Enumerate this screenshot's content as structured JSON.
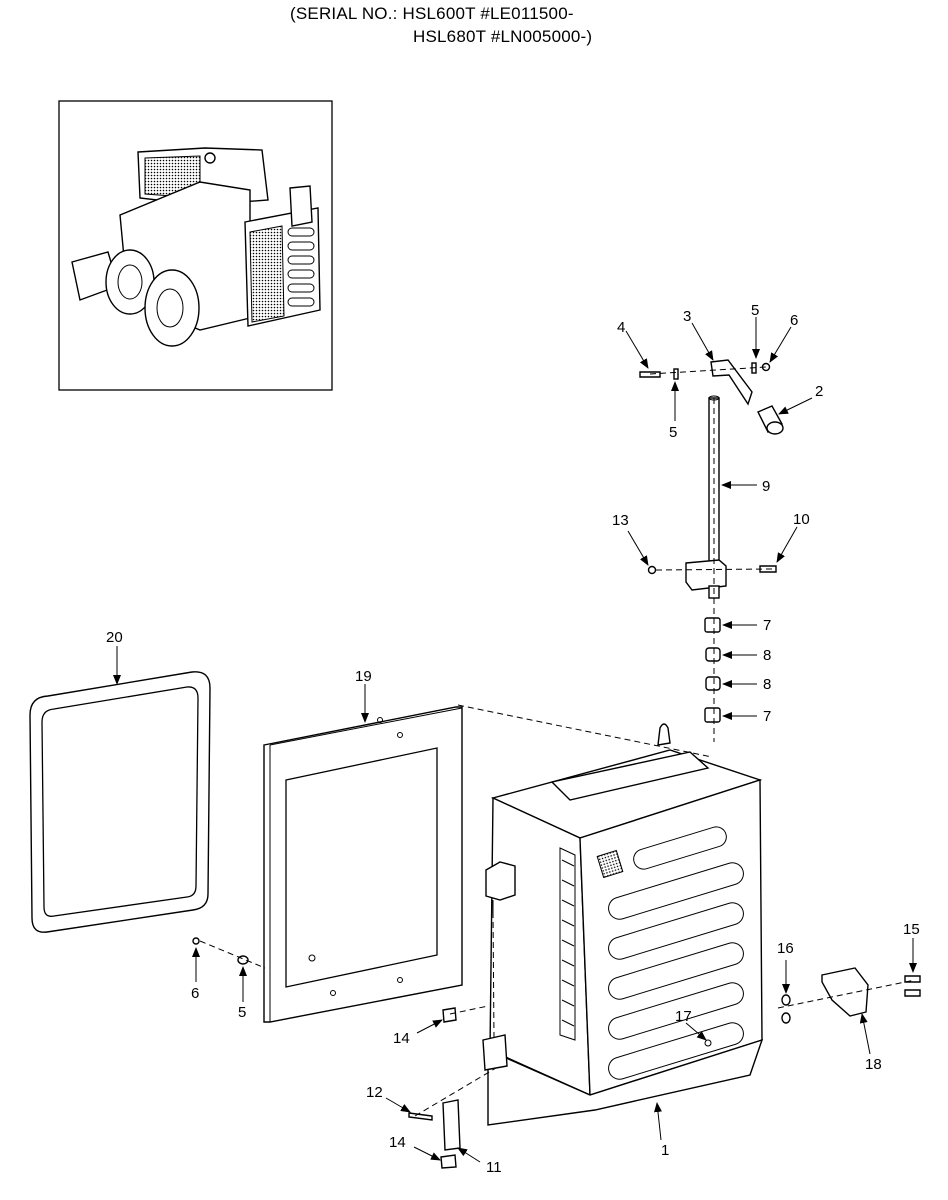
{
  "header": {
    "line1": "(SERIAL NO.: HSL600T #LE011500-",
    "line2": "HSL680T #LN005000-)"
  },
  "callouts": [
    {
      "id": "c20",
      "text": "20"
    },
    {
      "id": "c19",
      "text": "19"
    },
    {
      "id": "c4",
      "text": "4"
    },
    {
      "id": "c3",
      "text": "3"
    },
    {
      "id": "c5a",
      "text": "5"
    },
    {
      "id": "c6a",
      "text": "6"
    },
    {
      "id": "c2",
      "text": "2"
    },
    {
      "id": "c5b",
      "text": "5"
    },
    {
      "id": "c9",
      "text": "9"
    },
    {
      "id": "c13",
      "text": "13"
    },
    {
      "id": "c10",
      "text": "10"
    },
    {
      "id": "c7a",
      "text": "7"
    },
    {
      "id": "c8a",
      "text": "8"
    },
    {
      "id": "c8b",
      "text": "8"
    },
    {
      "id": "c7b",
      "text": "7"
    },
    {
      "id": "c6b",
      "text": "6"
    },
    {
      "id": "c5c",
      "text": "5"
    },
    {
      "id": "c14a",
      "text": "14"
    },
    {
      "id": "c12",
      "text": "12"
    },
    {
      "id": "c14b",
      "text": "14"
    },
    {
      "id": "c11",
      "text": "11"
    },
    {
      "id": "c1",
      "text": "1"
    },
    {
      "id": "c17",
      "text": "17"
    },
    {
      "id": "c16",
      "text": "16"
    },
    {
      "id": "c15",
      "text": "15"
    },
    {
      "id": "c18",
      "text": "18"
    }
  ]
}
